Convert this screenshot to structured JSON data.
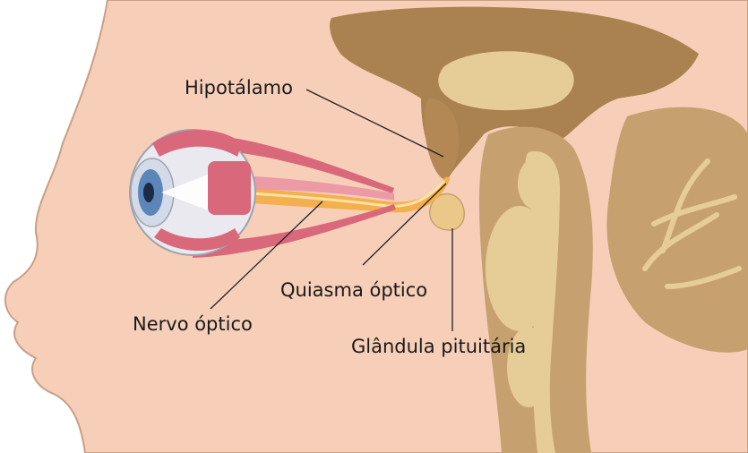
{
  "labels": {
    "hypothalamus": "Hipotálamo",
    "optic_chiasm": "Quiasma óptico",
    "optic_nerve": "Nervo óptico",
    "pituitary_gland": "Glândula pituitária"
  },
  "colors": {
    "skin": "#f7cfb9",
    "skin_outline": "#c99f86",
    "brain_dark": "#a98250",
    "brain_mid": "#c6a16f",
    "brain_light": "#e6cd98",
    "nerve": "#f2b04e",
    "muscle": "#d9687a",
    "sclera": "#e9e9ef",
    "iris": "#5c86b8"
  }
}
